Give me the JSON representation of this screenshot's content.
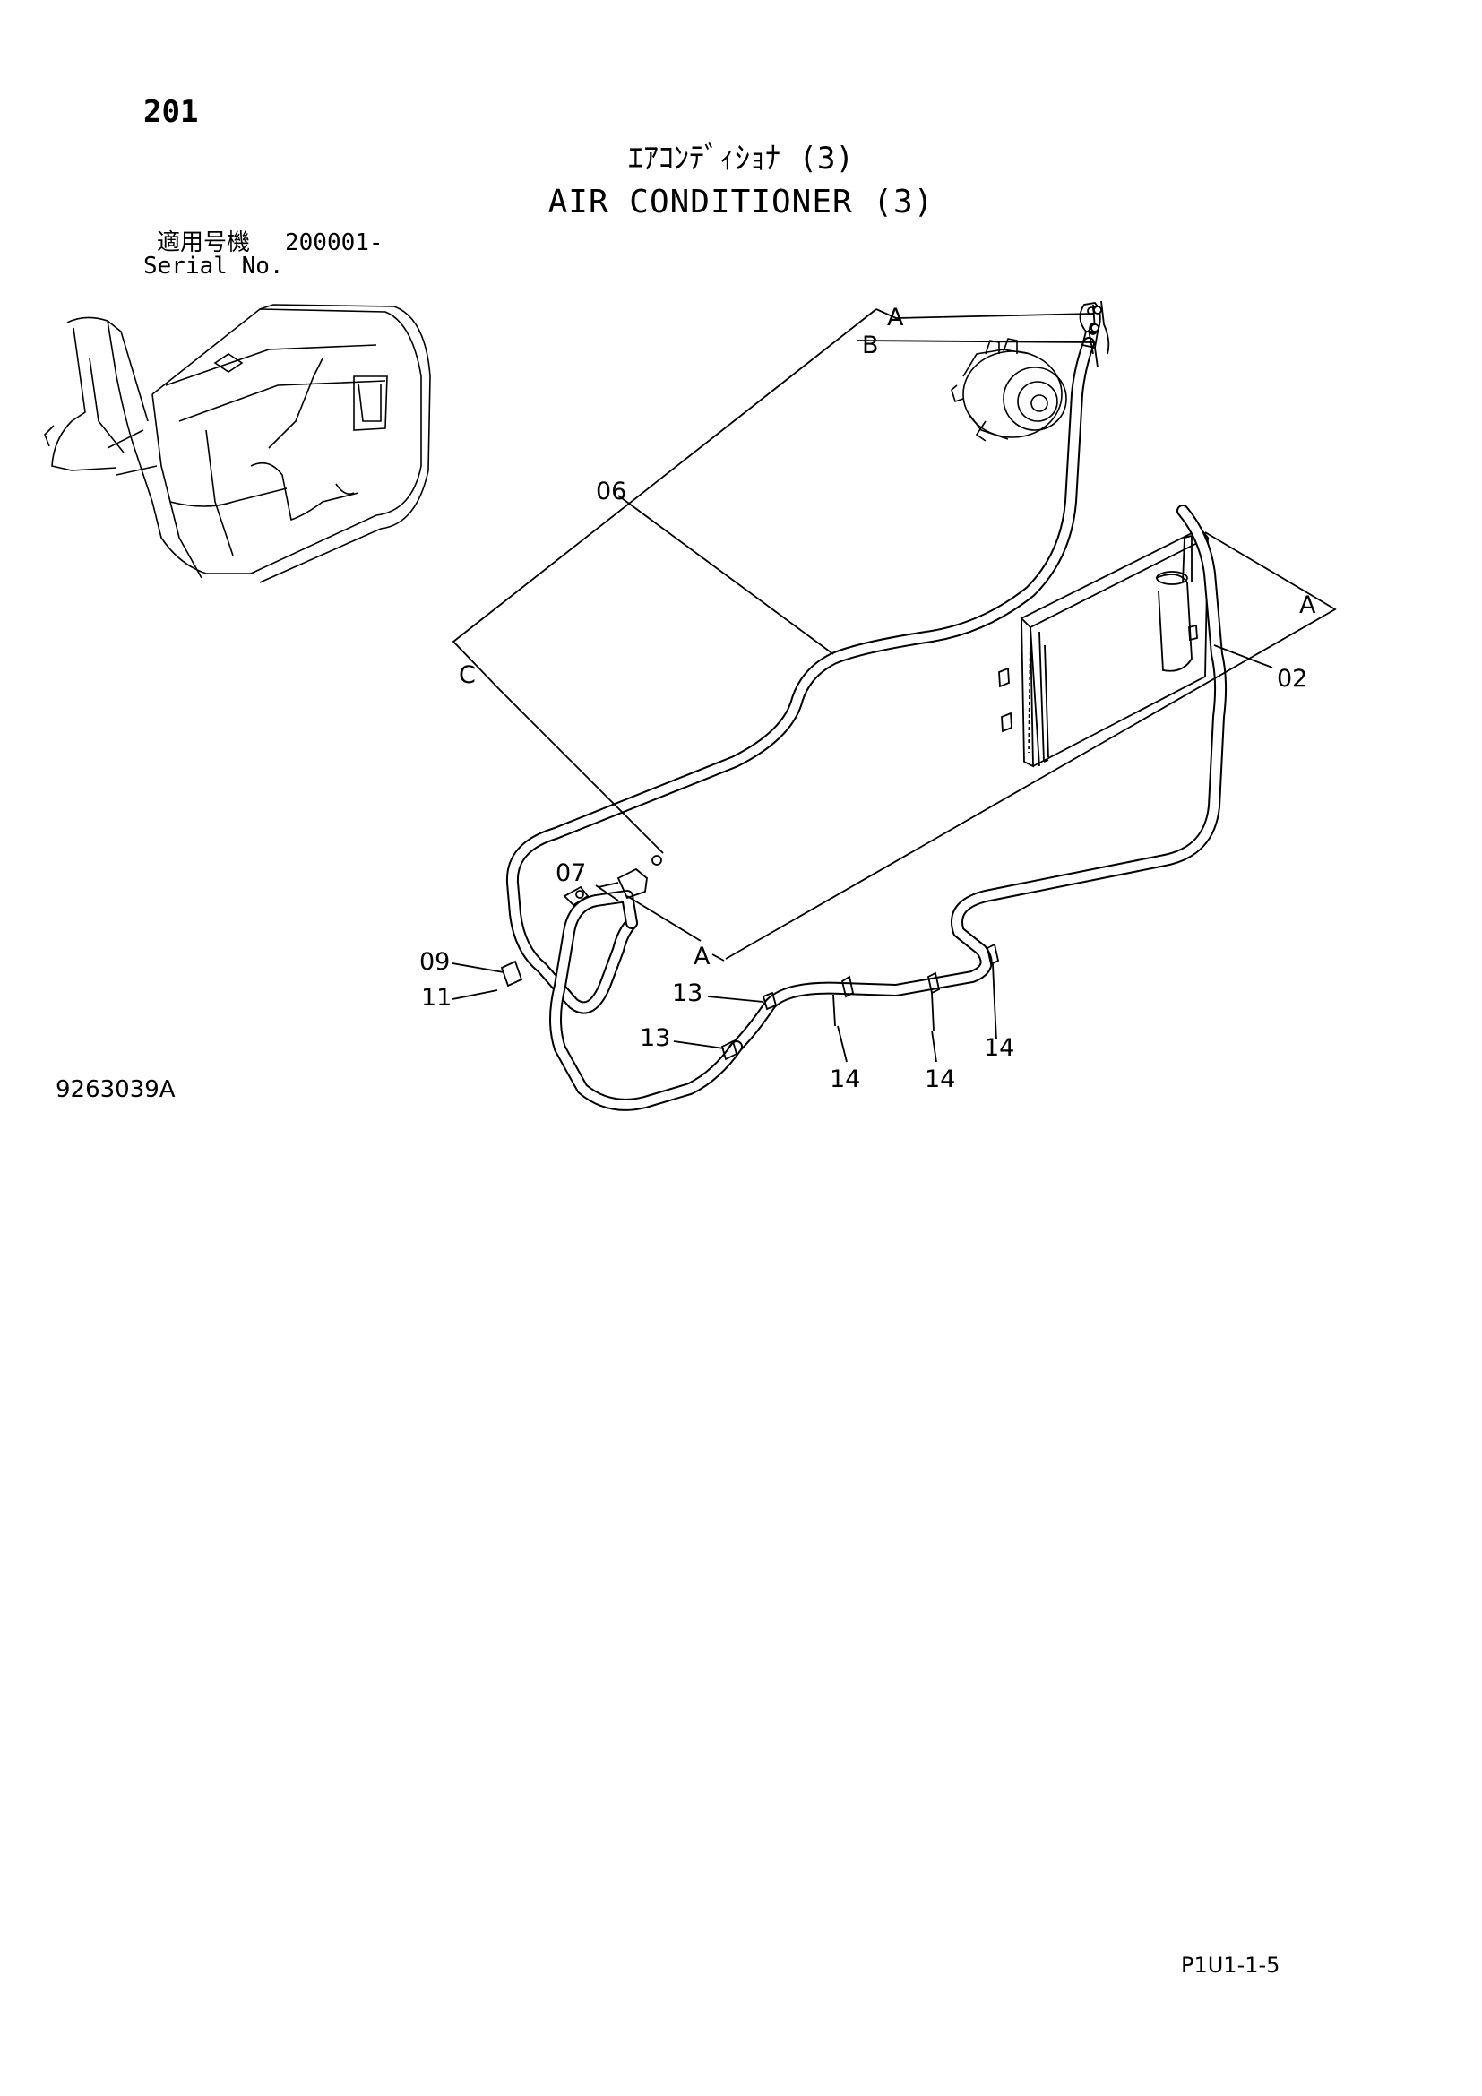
{
  "header": {
    "page_number": "201",
    "title_jp": "ｴｱｺﾝﾃﾞｨｼｮﾅ (3)",
    "title_en": "AIR CONDITIONER (3)",
    "serial_label_jp": "適用号機",
    "serial_range": "200001-",
    "serial_label_en": "Serial No."
  },
  "callouts": {
    "p02": "02",
    "p06": "06",
    "p07": "07",
    "p09": "09",
    "p11": "11",
    "p13a": "13",
    "p13b": "13",
    "p14a": "14",
    "p14b": "14",
    "p14c": "14"
  },
  "reference_letters": {
    "a_top": "A",
    "b_top": "B",
    "a_right": "A",
    "c_left": "C",
    "a_bottom": "A"
  },
  "footer": {
    "drawing_number": "9263039A",
    "page_code": "P1U1-1-5"
  }
}
